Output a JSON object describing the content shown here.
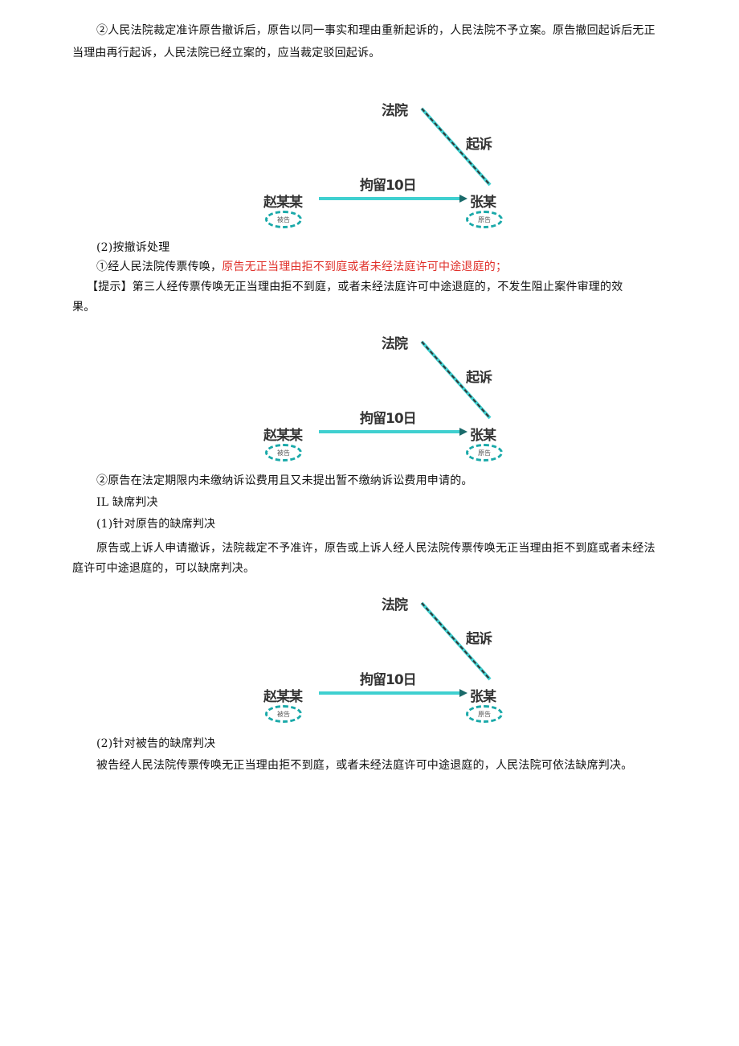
{
  "document": {
    "para_1_line_1": "②人民法院裁定准许原告撤诉后，原告以同一事实和理由重新起诉的，人民法院不予立案。原告撤回起诉后无正",
    "para_1_line_2": "当理由再行起诉，人民法院已经立案的，应当裁定驳回起诉。",
    "heading_2": "(2)按撤诉处理",
    "item_1_prefix": "①经人民法院传票传唤，",
    "item_1_red": "原告无正当理由拒不到庭或者未经法庭许可中途退庭的；",
    "tip_line_1": "【提示】第三人经传票传唤无正当理由拒不到庭，或者未经法庭许可中途退庭的，不发生阻止案件审理的效",
    "tip_line_2": "果。",
    "item_2": "②原告在法定期限内未缴纳诉讼费用且又未提出暂不缴纳诉讼费用申请的。",
    "section_II": "IL 缺席判决",
    "heading_plaintiff": "(1)针对原告的缺席判决",
    "plaintiff_line_1": "原告或上诉人申请撤诉，法院裁定不予准许，原告或上诉人经人民法院传票传唤无正当理由拒不到庭或者未经法",
    "plaintiff_line_2": "庭许可中途退庭的，可以缺席判决。",
    "heading_defendant": "(2)针对被告的缺席判决",
    "defendant_line": "被告经人民法院传票传唤无正当理由拒不到庭，或者未经法庭许可中途退庭的，人民法院可依法缺席判决。"
  },
  "diagram": {
    "court_label": "法院",
    "sue_label": "起诉",
    "detain_label": "拘留10日",
    "left_party": "赵某某",
    "right_party": "张某",
    "left_role": "被告",
    "right_role": "原告"
  },
  "colors": {
    "highlight_red": "#e0302a",
    "diagram_cyan": "#1aa9a9"
  }
}
